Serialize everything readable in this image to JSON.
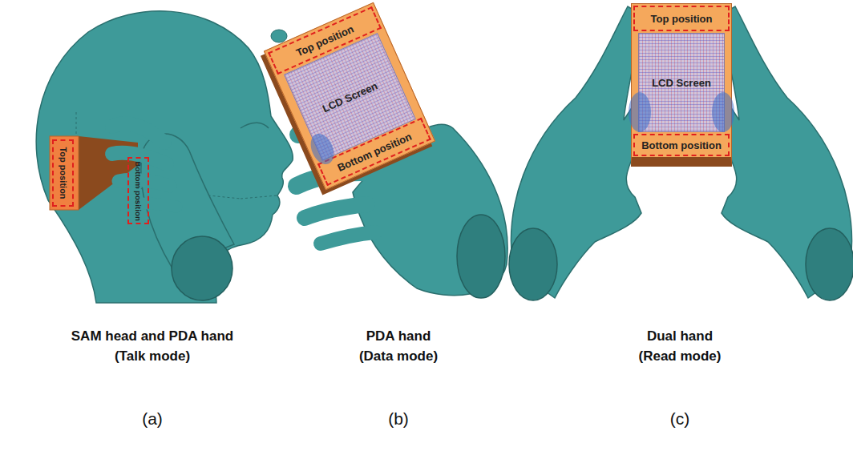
{
  "diagram": {
    "nodes": [
      {
        "text": [
          "Top position"
        ]
      },
      {
        "text": [
          "Bottom position"
        ]
      },
      {
        "text": [
          "Top position"
        ]
      },
      {
        "text": [
          "LCD Screen"
        ]
      },
      {
        "text": [
          "Bottom position"
        ]
      },
      {
        "text": [
          "Top position"
        ]
      },
      {
        "text": [
          "LCD Screen"
        ]
      },
      {
        "text": [
          "Bottom position"
        ]
      }
    ],
    "labels": [
      "SAM head and PDA hand (Talk mode)",
      "PDA hand (Data mode)",
      "Dual hand (Read mode)",
      "(a)",
      "(b)",
      "(c)"
    ]
  }
}
